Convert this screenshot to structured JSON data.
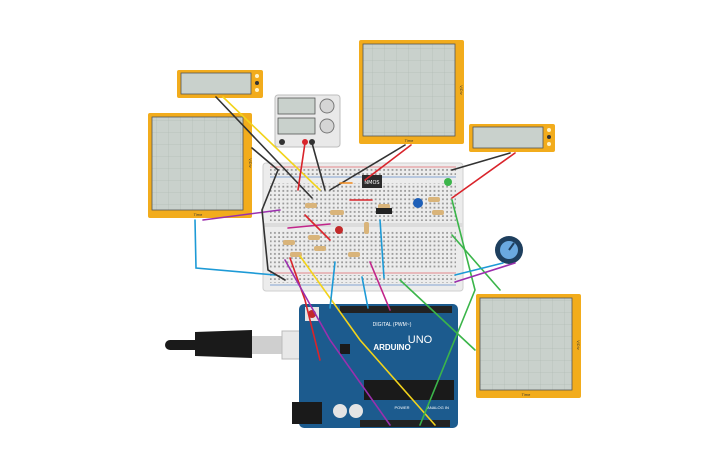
{
  "components": {
    "oscilloscope_label_time": "Time",
    "oscilloscope_label_volt": "V/Div",
    "ic_label": "NMOS",
    "arduino": {
      "brand": "ARDUINO",
      "model": "UNO",
      "digital_label": "DIGITAL (PWM~)",
      "analog_label": "ANALOG IN",
      "power_label": "POWER"
    }
  },
  "colors": {
    "instrument_frame": "#f2ac1c",
    "screen": "#c9d1cc",
    "breadboard": "#ececec",
    "arduino_board": "#1c5b8e",
    "wire_red": "#d9242b",
    "wire_black": "#333333",
    "wire_yellow": "#f2d31b",
    "wire_blue": "#1d9ad6",
    "wire_green": "#3bb54a",
    "wire_purple": "#9b2fae",
    "wire_magenta": "#c2258a",
    "wire_orange": "#f08a1c"
  }
}
